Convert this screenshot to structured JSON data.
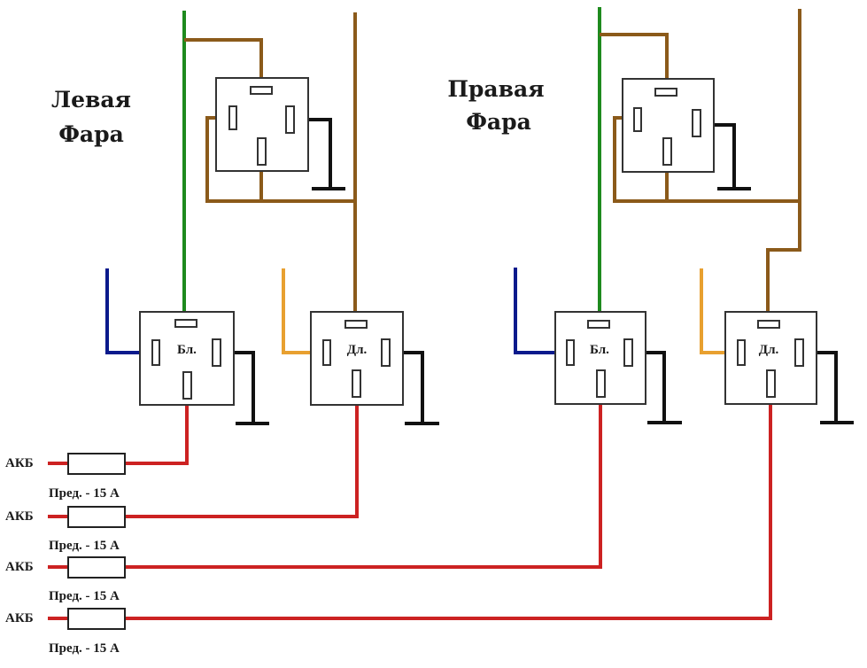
{
  "headings": {
    "left": [
      "Левая",
      "Фара"
    ],
    "right": [
      "Правая",
      "Фара"
    ]
  },
  "relay_labels": {
    "low_beam": "Бл.",
    "high_beam": "Дл."
  },
  "feeds": [
    {
      "source": "АКБ",
      "fuse": "Пред. - 15 А"
    },
    {
      "source": "АКБ",
      "fuse": "Пред. - 15 А"
    },
    {
      "source": "АКБ",
      "fuse": "Пред. - 15 А"
    },
    {
      "source": "АКБ",
      "fuse": "Пред. - 15 А"
    }
  ],
  "colors": {
    "green": "#1e8a1e",
    "brown": "#8b5a1a",
    "blue": "#0a1a8c",
    "orange": "#e8a030",
    "red": "#cc2222",
    "black": "#111111"
  }
}
